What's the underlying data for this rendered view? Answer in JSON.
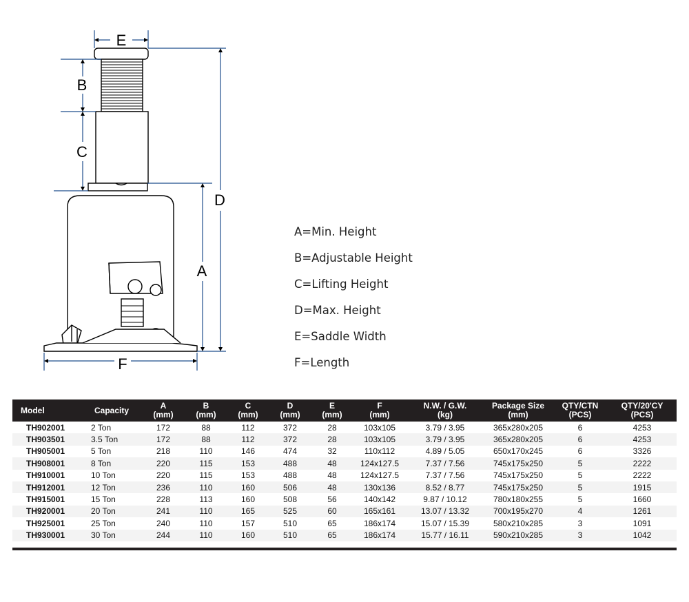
{
  "diagram": {
    "labels": {
      "A": "A",
      "B": "B",
      "C": "C",
      "D": "D",
      "E": "E",
      "F": "F"
    }
  },
  "legend": [
    "A=Min. Height",
    "B=Adjustable Height",
    "C=Lifting Height",
    "D=Max. Height",
    "E=Saddle Width",
    "F=Length"
  ],
  "table": {
    "headers": [
      [
        "Model",
        ""
      ],
      [
        "Capacity",
        ""
      ],
      [
        "A",
        "(mm)"
      ],
      [
        "B",
        "(mm)"
      ],
      [
        "C",
        "(mm)"
      ],
      [
        "D",
        "(mm)"
      ],
      [
        "E",
        "(mm)"
      ],
      [
        "F",
        "(mm)"
      ],
      [
        "N.W. / G.W.",
        "(kg)"
      ],
      [
        "Package Size",
        "(mm)"
      ],
      [
        "QTY/CTN",
        "(PCS)"
      ],
      [
        "QTY/20'CY",
        "(PCS)"
      ]
    ],
    "rows": [
      [
        "TH902001",
        "2 Ton",
        "172",
        "88",
        "112",
        "372",
        "28",
        "103x105",
        "3.79 / 3.95",
        "365x280x205",
        "6",
        "4253"
      ],
      [
        "TH903501",
        "3.5 Ton",
        "172",
        "88",
        "112",
        "372",
        "28",
        "103x105",
        "3.79 / 3.95",
        "365x280x205",
        "6",
        "4253"
      ],
      [
        "TH905001",
        "5 Ton",
        "218",
        "110",
        "146",
        "474",
        "32",
        "110x112",
        "4.89 / 5.05",
        "650x170x245",
        "6",
        "3326"
      ],
      [
        "TH908001",
        "8 Ton",
        "220",
        "115",
        "153",
        "488",
        "48",
        "124x127.5",
        "7.37 / 7.56",
        "745x175x250",
        "5",
        "2222"
      ],
      [
        "TH910001",
        "10 Ton",
        "220",
        "115",
        "153",
        "488",
        "48",
        "124x127.5",
        "7.37 / 7.56",
        "745x175x250",
        "5",
        "2222"
      ],
      [
        "TH912001",
        "12 Ton",
        "236",
        "110",
        "160",
        "506",
        "48",
        "130x136",
        "8.52 / 8.77",
        "745x175x250",
        "5",
        "1915"
      ],
      [
        "TH915001",
        "15 Ton",
        "228",
        "113",
        "160",
        "508",
        "56",
        "140x142",
        "9.87 / 10.12",
        "780x180x255",
        "5",
        "1660"
      ],
      [
        "TH920001",
        "20 Ton",
        "241",
        "110",
        "165",
        "525",
        "60",
        "165x161",
        "13.07 / 13.32",
        "700x195x270",
        "4",
        "1261"
      ],
      [
        "TH925001",
        "25 Ton",
        "240",
        "110",
        "157",
        "510",
        "65",
        "186x174",
        "15.07 / 15.39",
        "580x210x285",
        "3",
        "1091"
      ],
      [
        "TH930001",
        "30 Ton",
        "244",
        "110",
        "160",
        "510",
        "65",
        "186x174",
        "15.77 / 16.11",
        "590x210x285",
        "3",
        "1042"
      ]
    ]
  },
  "colors": {
    "dimension_line": "#1f4e8c",
    "header_bg": "#231f20",
    "outline": "#000000"
  }
}
